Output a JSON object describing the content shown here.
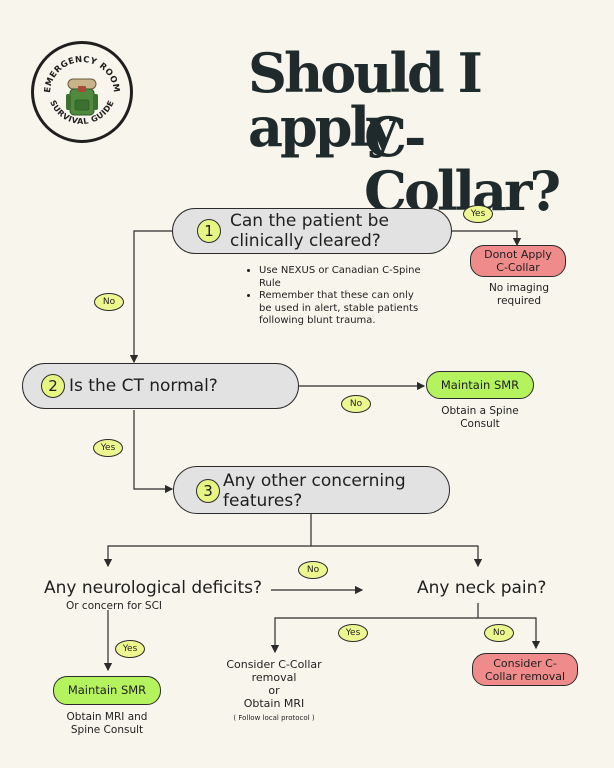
{
  "logo": {
    "top_text": "EMERGENCY ROOM",
    "bottom_text": "SURVIVAL GUIDE",
    "icon": "backpack-icon"
  },
  "title": {
    "line1": "Should I apply",
    "line2": "C-Collar?"
  },
  "steps": [
    {
      "number": "1",
      "text_line1": "Can the patient be",
      "text_line2": "clinically cleared?"
    },
    {
      "number": "2",
      "text_line1": "Is the CT normal?"
    },
    {
      "number": "3",
      "text_line1": "Any other concerning",
      "text_line2": "features?"
    }
  ],
  "step1_notes": [
    "Use NEXUS or Canadian C-Spine Rule",
    "Remember that these can only be used in alert, stable patients following blunt trauma."
  ],
  "outcomes": {
    "dont_apply": {
      "label": "Donot Apply C-Collar",
      "note": "No imaging required"
    },
    "maintain_smr_ct": {
      "label": "Maintain SMR",
      "note": "Obtain a Spine Consult"
    },
    "maintain_smr_neuro": {
      "label": "Maintain SMR",
      "note": "Obtain MRI and Spine Consult"
    },
    "consider_removal": {
      "label": "Consider C-Collar removal"
    }
  },
  "branches": {
    "neuro_question": "Any neurological deficits?",
    "neuro_sub": "Or concern for SCI",
    "neck_question": "Any neck pain?",
    "consider_text": "Consider C-Collar removal or Obtain MRI",
    "consider_line1": "Consider C-Collar",
    "consider_line2": "removal",
    "consider_line3": "or",
    "consider_line4": "Obtain MRI",
    "protocol_note": "( Follow local protocol )"
  },
  "tags": {
    "yes": "Yes",
    "no": "No"
  },
  "colors": {
    "background": "#f7f5ec",
    "question_box": "#e3e2e2",
    "number_circle": "#e7f583",
    "green_outcome": "#b4f35e",
    "red_outcome": "#ef8b8b",
    "tag": "#ecf88f"
  }
}
